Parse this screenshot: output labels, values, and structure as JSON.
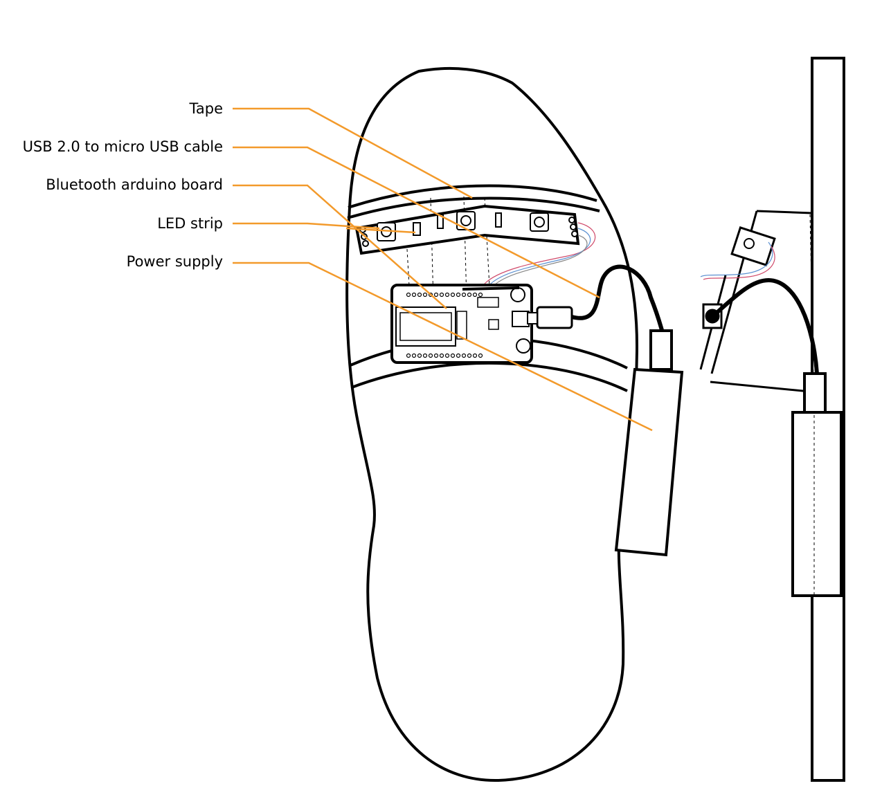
{
  "callouts": [
    {
      "id": "tape",
      "label": "Tape"
    },
    {
      "id": "usb-cable",
      "label": "USB 2.0 to micro USB cable"
    },
    {
      "id": "bluetooth-board",
      "label": "Bluetooth arduino board"
    },
    {
      "id": "led-strip",
      "label": "LED strip"
    },
    {
      "id": "power-supply",
      "label": "Power supply"
    }
  ],
  "colors": {
    "callout_line": "#f39a2b",
    "outline": "#000000",
    "wire_red": "#d04a6a",
    "wire_blue": "#5a8fd0",
    "wire_gray": "#888888"
  }
}
